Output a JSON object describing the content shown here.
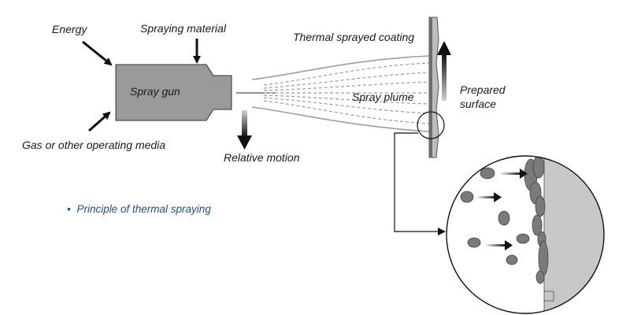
{
  "labels": {
    "energy": "Energy",
    "spraying_material": "Spraying material",
    "spray_gun": "Spray gun",
    "gas_media": "Gas or other operating media",
    "relative_motion": "Relative motion",
    "coating": "Thermal sprayed coating",
    "spray_plume": "Spray plume",
    "prepared_line1": "Prepared",
    "prepared_line2": "surface"
  },
  "caption": {
    "bullet": "•",
    "text": "Principle of thermal spraying"
  },
  "colors": {
    "gun_fill": "#9a9a9a",
    "substrate_fill": "#bdbdbd",
    "coating_fill": "#6e6e6e",
    "particle_fill": "#7a7a7a",
    "plume_line": "#9c9c9c",
    "caption_text": "#1f4e99"
  }
}
